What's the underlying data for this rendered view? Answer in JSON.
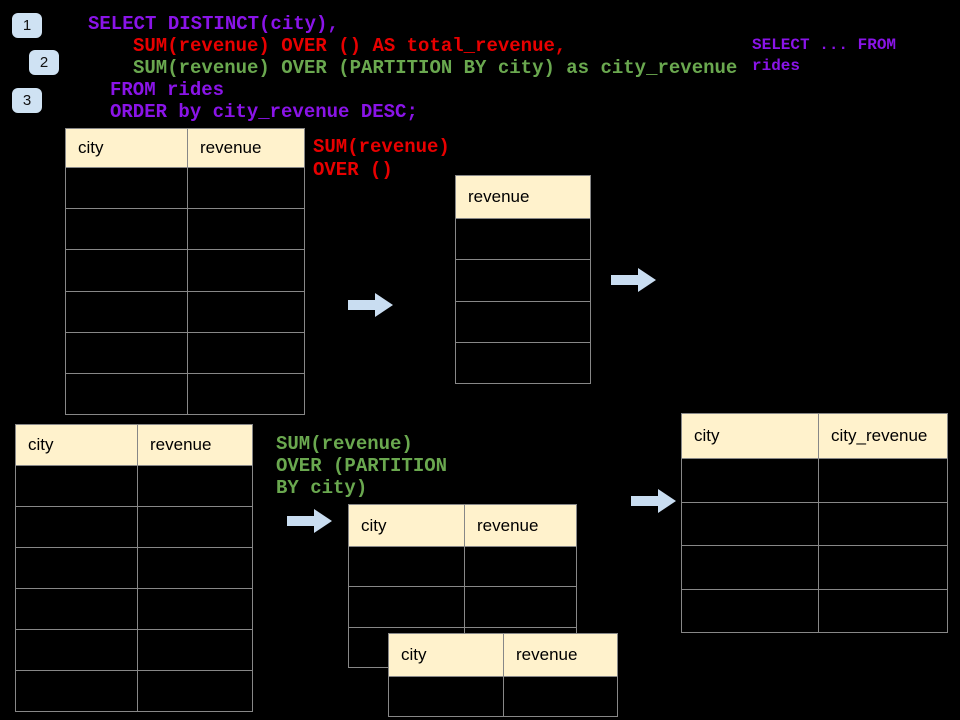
{
  "badges": [
    {
      "label": "1"
    },
    {
      "label": "2"
    },
    {
      "label": "3"
    }
  ],
  "sql": {
    "line1": "SELECT DISTINCT(city),",
    "line2": "SUM(revenue) OVER () AS total_revenue,",
    "line3": "SUM(revenue) OVER (PARTITION BY city) as city_revenue",
    "line4": "FROM rides",
    "line5": "ORDER by city_revenue DESC;"
  },
  "annotations": {
    "over_empty_note": "SUM(revenue)\nOVER ()",
    "partition_note": "SUM(revenue)\nOVER (PARTITION\nBY city)",
    "from_rides_note": "SELECT ... FROM\nrides"
  },
  "tables": {
    "source_top": {
      "headers": [
        "city",
        "revenue"
      ],
      "rows": 6
    },
    "total_revenue_result": {
      "headers": [
        "revenue"
      ],
      "rows": 4
    },
    "source_bottom": {
      "headers": [
        "city",
        "revenue"
      ],
      "rows": 6
    },
    "partition_intermediate": {
      "headers": [
        "city",
        "revenue"
      ],
      "rows": 3
    },
    "partition_front": {
      "headers": [
        "city",
        "revenue"
      ],
      "rows": 1
    },
    "city_revenue_result": {
      "headers": [
        "city",
        "city_revenue"
      ],
      "rows": 4
    }
  },
  "colors": {
    "background": "#000000",
    "sql_purple": "#8a14e8",
    "sql_red": "#e80000",
    "sql_green": "#6aa84f",
    "table_header_fill": "#fff2cc",
    "table_border": "#878787",
    "arrow_fill": "#c9ddf1",
    "badge_fill": "#cfe2f3"
  }
}
